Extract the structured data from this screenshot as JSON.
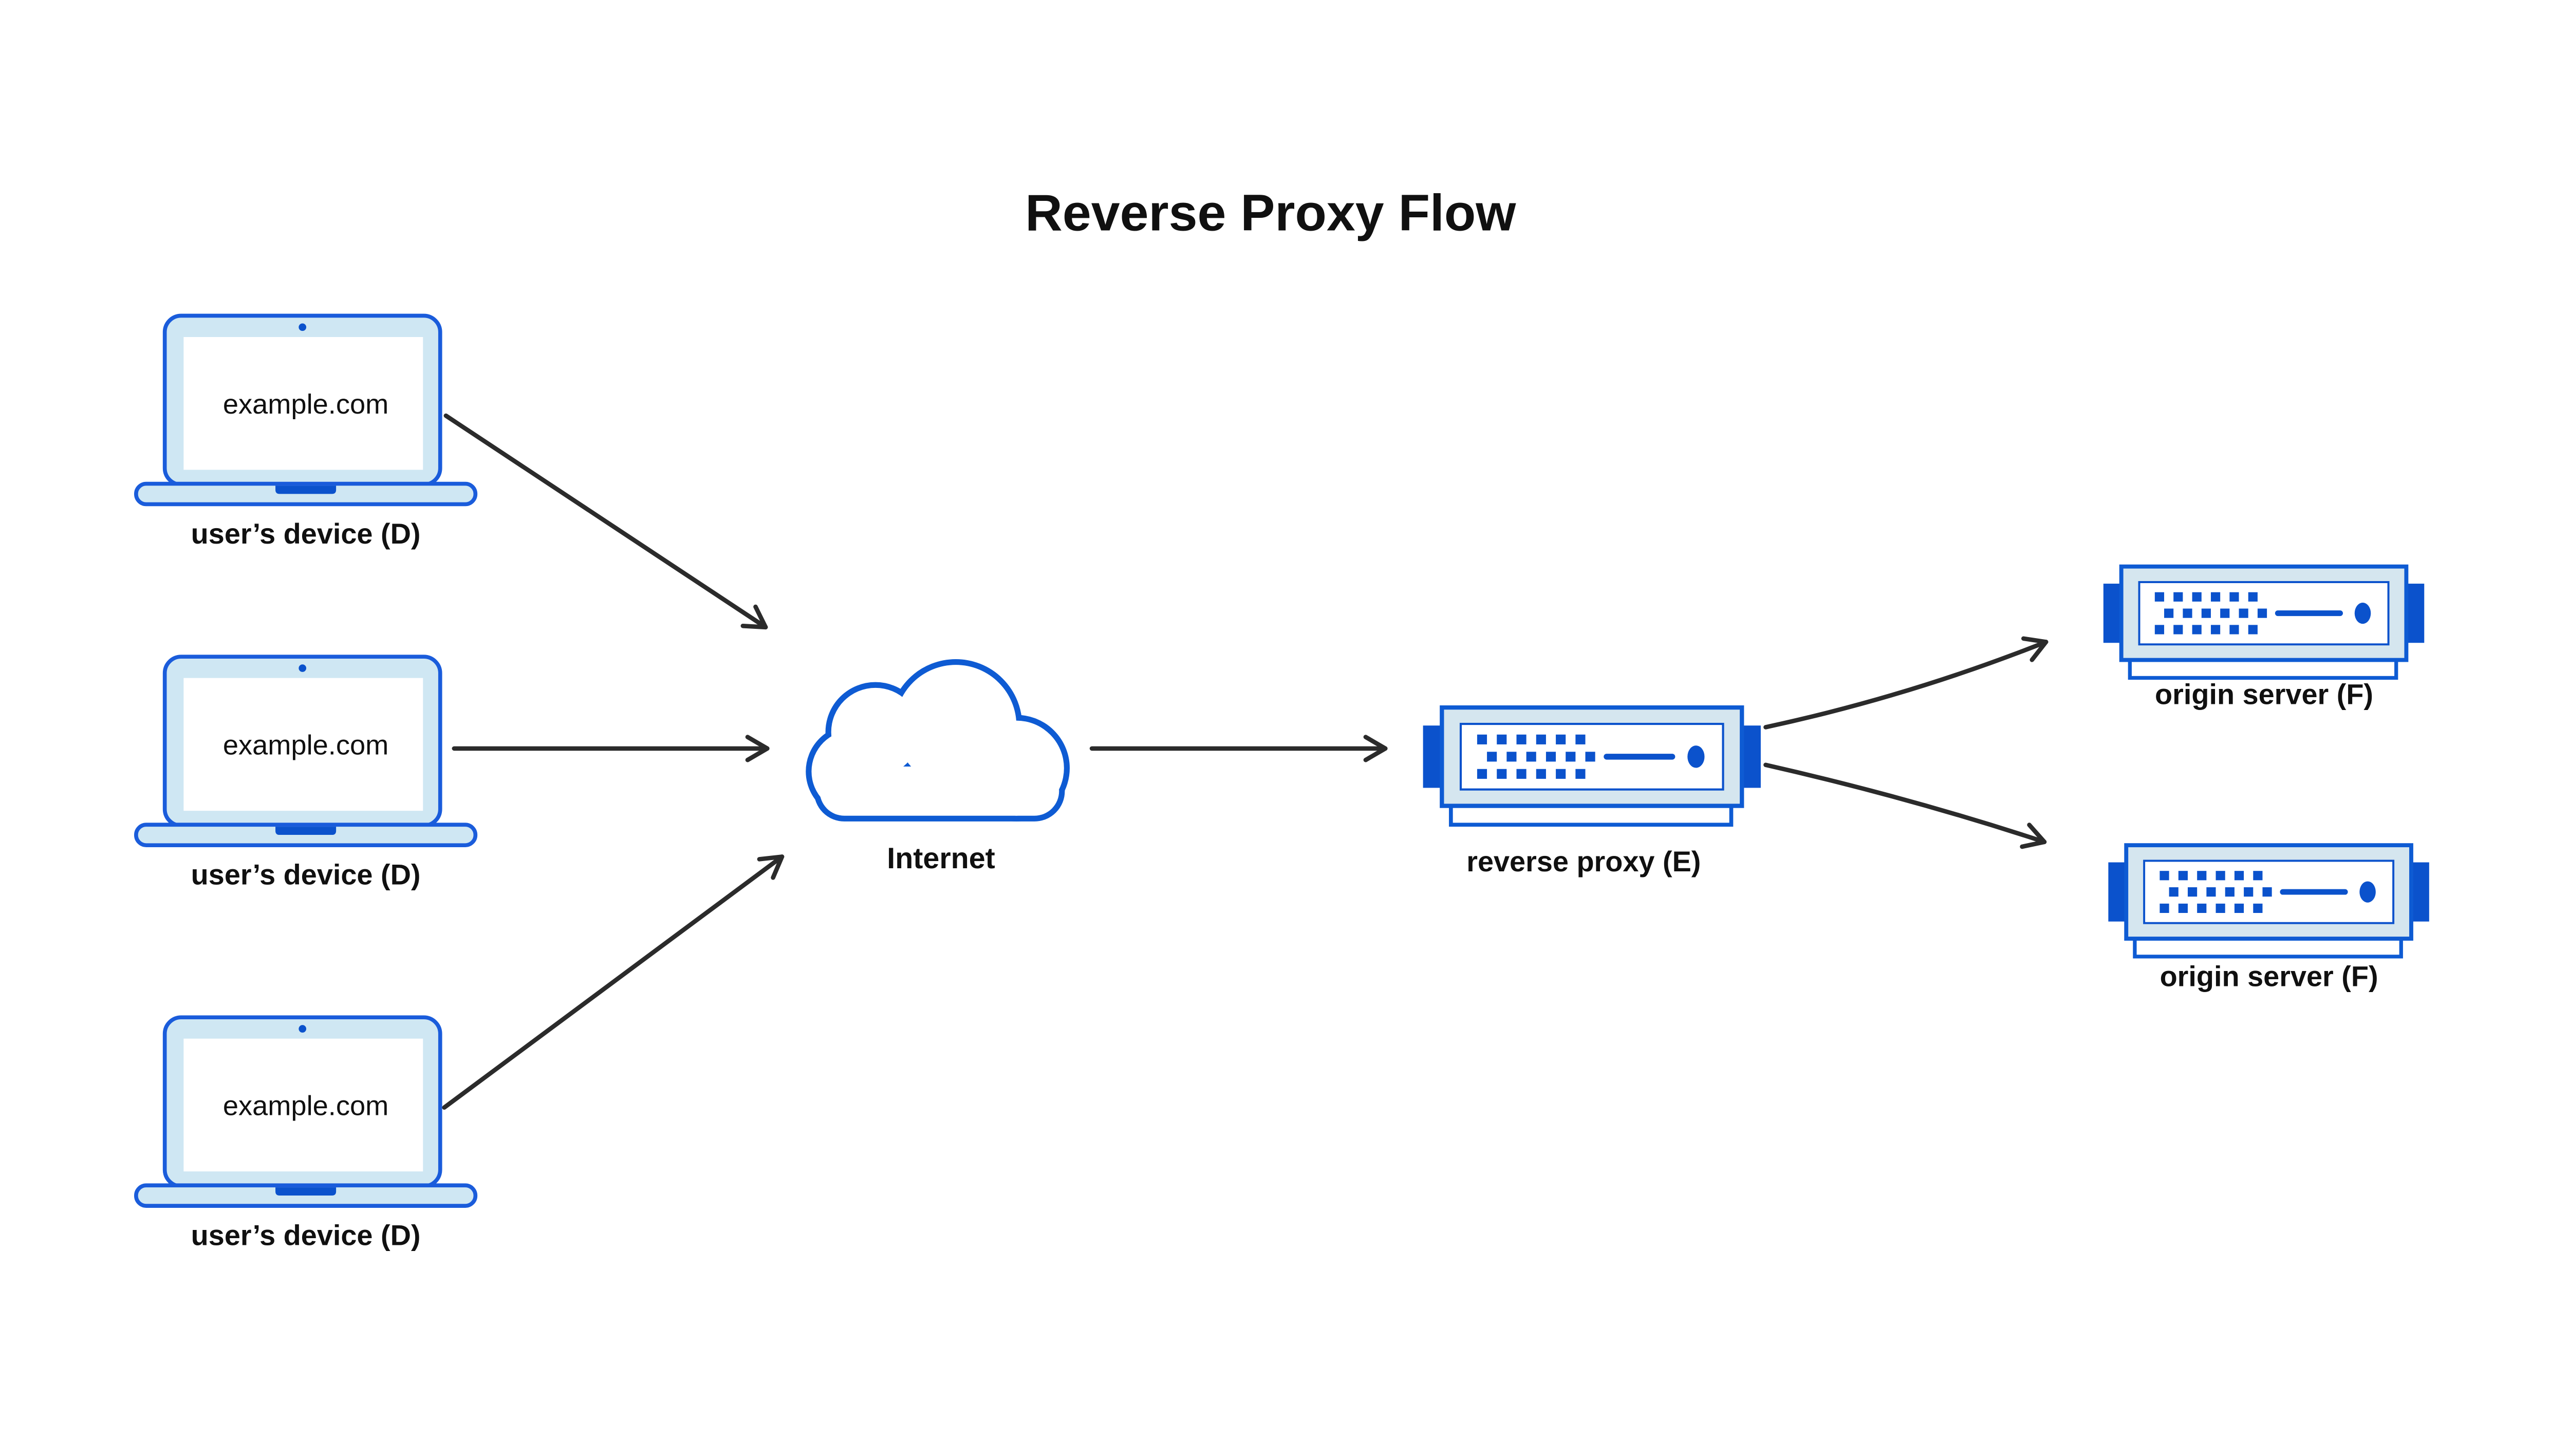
{
  "title": "Reverse Proxy Flow",
  "colors": {
    "stroke_blue": "#0e5bd3",
    "accent_blue": "#0b52cc",
    "light_blue_fill": "#cfe7f3",
    "server_light_fill": "#d5e6ef",
    "arrow_black": "#2b2b2b",
    "text_black": "#101010",
    "background": "#ffffff"
  },
  "devices": [
    {
      "id": "user-device-1",
      "screen_text": "example.com",
      "label": "user’s device (D)"
    },
    {
      "id": "user-device-2",
      "screen_text": "example.com",
      "label": "user’s device (D)"
    },
    {
      "id": "user-device-3",
      "screen_text": "example.com",
      "label": "user’s device (D)"
    }
  ],
  "internet": {
    "label": "Internet"
  },
  "reverse_proxy": {
    "label": "reverse proxy (E)"
  },
  "origin_servers": [
    {
      "id": "origin-server-1",
      "label": "origin server (F)"
    },
    {
      "id": "origin-server-2",
      "label": "origin server (F)"
    }
  ],
  "arrows": [
    {
      "from": "user-device-1",
      "to": "internet"
    },
    {
      "from": "user-device-2",
      "to": "internet"
    },
    {
      "from": "user-device-3",
      "to": "internet"
    },
    {
      "from": "internet",
      "to": "reverse-proxy"
    },
    {
      "from": "reverse-proxy",
      "to": "origin-server-1"
    },
    {
      "from": "reverse-proxy",
      "to": "origin-server-2"
    }
  ]
}
